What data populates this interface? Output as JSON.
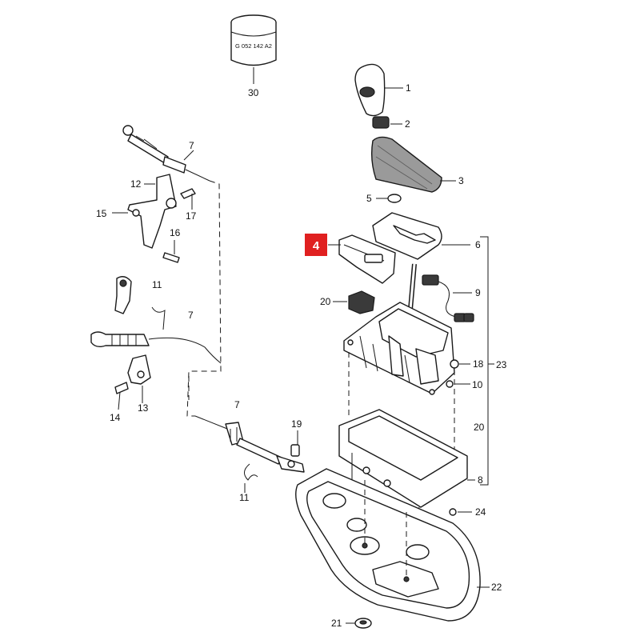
{
  "diagram": {
    "highlight_color": "#e02020",
    "highlighted_part": "4",
    "can_marking": "G 052 142 A2",
    "callouts": {
      "c1": "1",
      "c2": "2",
      "c3": "3",
      "c4": "4",
      "c5": "5",
      "c6": "6",
      "c7a": "7",
      "c7b": "7",
      "c7c": "7",
      "c8": "8",
      "c9": "9",
      "c10": "10",
      "c11a": "11",
      "c11b": "11",
      "c12": "12",
      "c13": "13",
      "c14": "14",
      "c15": "15",
      "c16": "16",
      "c17": "17",
      "c18": "18",
      "c19": "19",
      "c20a": "20",
      "c20b": "20",
      "c21": "21",
      "c22": "22",
      "c23": "23",
      "c24": "24",
      "c30": "30"
    }
  }
}
